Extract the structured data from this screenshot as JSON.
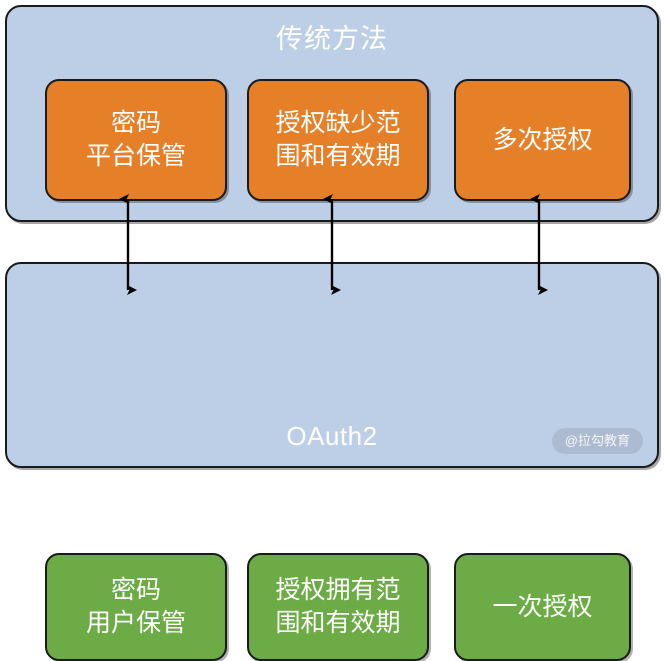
{
  "diagram": {
    "title_traditional": "传统方法",
    "title_oauth2": "OAuth2",
    "watermark": "@拉勾教育",
    "colors": {
      "panel_fill": "#bdcfe6",
      "panel_border": "#1a1a1a",
      "traditional_node_fill": "#e58028",
      "oauth2_node_fill": "#6cab45",
      "node_text": "#ffffff",
      "arrow": "#000000"
    },
    "traditional_nodes": [
      {
        "line1": "密码",
        "line2": "平台保管"
      },
      {
        "line1": "授权缺少范",
        "line2": "围和有效期"
      },
      {
        "line1": "多次授权",
        "line2": ""
      }
    ],
    "oauth2_nodes": [
      {
        "line1": "密码",
        "line2": "用户保管"
      },
      {
        "line1": "授权拥有范",
        "line2": "围和有效期"
      },
      {
        "line1": "一次授权",
        "line2": ""
      }
    ],
    "connectors": [
      {
        "name": "connector-password",
        "from": "密码 平台保管",
        "to": "密码 用户保管",
        "style": "double-headed-vertical-arrow"
      },
      {
        "name": "connector-scope",
        "from": "授权缺少范围和有效期",
        "to": "授权拥有范围和有效期",
        "style": "double-headed-vertical-arrow"
      },
      {
        "name": "connector-grant-count",
        "from": "多次授权",
        "to": "一次授权",
        "style": "double-headed-vertical-arrow"
      }
    ]
  }
}
